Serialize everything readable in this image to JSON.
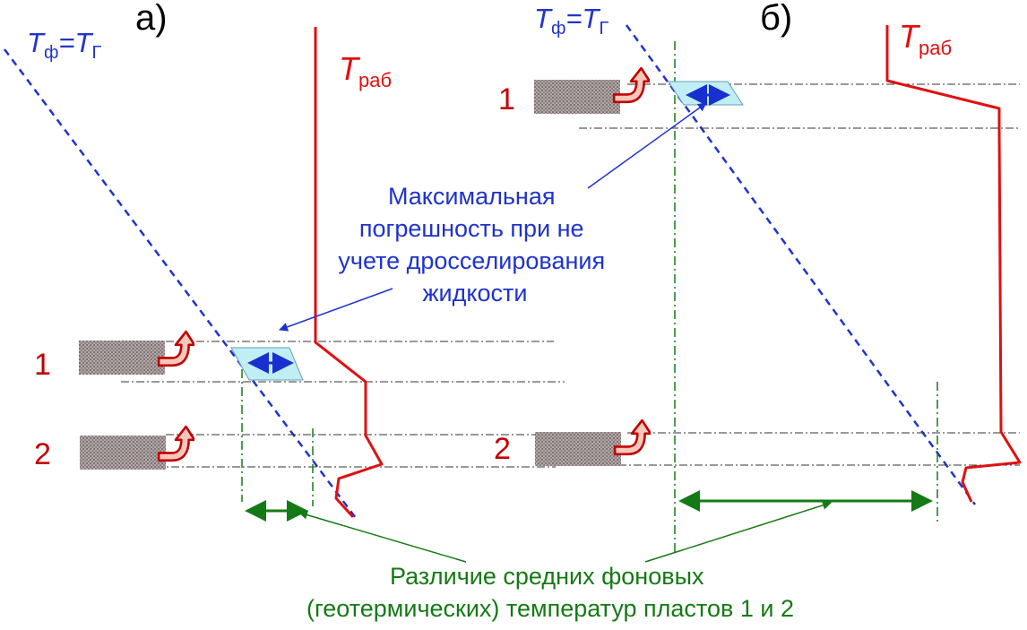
{
  "panels": [
    {
      "label": "а)",
      "t_geo": {
        "symbol": "T",
        "sub": "ф",
        "eq": "=",
        "symbol2": "T",
        "sub2": "Г"
      },
      "t_work": {
        "symbol": "T",
        "sub": "раб"
      },
      "layers": [
        "1",
        "2"
      ]
    },
    {
      "label": "б)",
      "t_geo": {
        "symbol": "T",
        "sub": "ф",
        "eq": "=",
        "symbol2": "T",
        "sub2": "Г"
      },
      "t_work": {
        "symbol": "T",
        "sub": "раб"
      },
      "layers": [
        "1",
        "2"
      ]
    }
  ],
  "annotations": {
    "max_error": [
      "Максимальная",
      "погрешность при не",
      "учете дросселирования",
      "жидкости"
    ],
    "bg_difference": [
      "Различие средних фоновых",
      "(геотермических) температур пластов 1 и 2"
    ]
  },
  "colors": {
    "geotherm": "#1f33cc",
    "working_temp": "#e01010",
    "layer_label": "#c00000",
    "difference_arrow": "#157a15",
    "error_region": "#bfeff5",
    "reservoir": "#9a8f8f",
    "inflow_arrow": "#f6c8bc"
  }
}
